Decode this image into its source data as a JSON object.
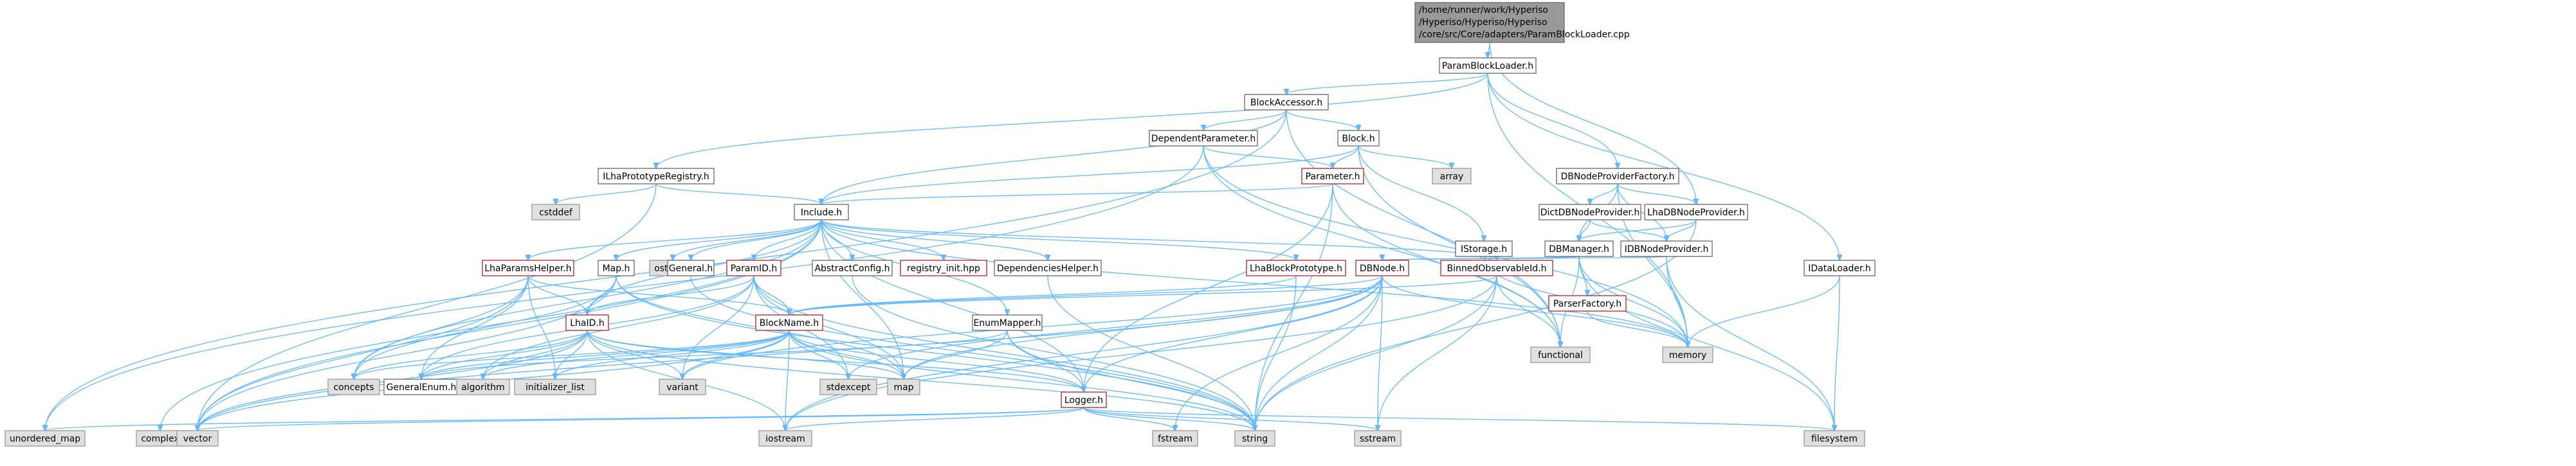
{
  "diagram": {
    "focus_lines": [
      "/home/runner/work/Hyperiso",
      "/Hyperiso/Hyperiso/Hyperiso",
      "/core/src/Core/adapters/ParamBlockLoader.cpp"
    ],
    "nodes": [
      {
        "id": "ParamBlockLoader",
        "label": "ParamBlockLoader.h",
        "style": "white"
      },
      {
        "id": "BlockAccessor",
        "label": "BlockAccessor.h",
        "style": "white"
      },
      {
        "id": "DBNodeProviderFactory",
        "label": "DBNodeProviderFactory.h",
        "style": "white"
      },
      {
        "id": "LhaDBNodeProvider",
        "label": "LhaDBNodeProvider.h",
        "style": "white"
      },
      {
        "id": "IDataLoader",
        "label": "IDataLoader.h",
        "style": "white"
      },
      {
        "id": "DependentParameter",
        "label": "DependentParameter.h",
        "style": "white"
      },
      {
        "id": "Block",
        "label": "Block.h",
        "style": "white"
      },
      {
        "id": "DictDBNodeProvider",
        "label": "DictDBNodeProvider.h",
        "style": "white"
      },
      {
        "id": "ILhaPrototypeRegistry",
        "label": "ILhaPrototypeRegistry.h",
        "style": "white"
      },
      {
        "id": "Parameter",
        "label": "Parameter.h",
        "style": "red"
      },
      {
        "id": "IDBNodeProvider",
        "label": "IDBNodeProvider.h",
        "style": "white"
      },
      {
        "id": "array",
        "label": "array",
        "style": "grey"
      },
      {
        "id": "cstddef",
        "label": "cstddef",
        "style": "grey"
      },
      {
        "id": "Include",
        "label": "Include.h",
        "style": "white"
      },
      {
        "id": "IStorage",
        "label": "IStorage.h",
        "style": "white"
      },
      {
        "id": "DBManager",
        "label": "DBManager.h",
        "style": "white"
      },
      {
        "id": "ostream",
        "label": "ostream",
        "style": "grey"
      },
      {
        "id": "LhaParamsHelper",
        "label": "LhaParamsHelper.h",
        "style": "red"
      },
      {
        "id": "Map",
        "label": "Map.h",
        "style": "white"
      },
      {
        "id": "General",
        "label": "General.h",
        "style": "white"
      },
      {
        "id": "ParamID",
        "label": "ParamID.h",
        "style": "red"
      },
      {
        "id": "AbstractConfig",
        "label": "AbstractConfig.h",
        "style": "white"
      },
      {
        "id": "registry_init",
        "label": "registry_init.hpp",
        "style": "red"
      },
      {
        "id": "DependenciesHelper",
        "label": "DependenciesHelper.h",
        "style": "white"
      },
      {
        "id": "LhaBlockPrototype",
        "label": "LhaBlockPrototype.h",
        "style": "red"
      },
      {
        "id": "DBNode",
        "label": "DBNode.h",
        "style": "red"
      },
      {
        "id": "BinnedObservableId",
        "label": "BinnedObservableId.h",
        "style": "red"
      },
      {
        "id": "ParserFactory",
        "label": "ParserFactory.h",
        "style": "red"
      },
      {
        "id": "EnumMapper",
        "label": "EnumMapper.h",
        "style": "white"
      },
      {
        "id": "LhaID",
        "label": "LhaID.h",
        "style": "red"
      },
      {
        "id": "BlockName",
        "label": "BlockName.h",
        "style": "red"
      },
      {
        "id": "functional",
        "label": "functional",
        "style": "grey"
      },
      {
        "id": "memory",
        "label": "memory",
        "style": "grey"
      },
      {
        "id": "concepts",
        "label": "concepts",
        "style": "grey"
      },
      {
        "id": "GeneralEnum",
        "label": "GeneralEnum.h",
        "style": "white"
      },
      {
        "id": "algorithm",
        "label": "algorithm",
        "style": "grey"
      },
      {
        "id": "initializer_list",
        "label": "initializer_list",
        "style": "grey"
      },
      {
        "id": "variant",
        "label": "variant",
        "style": "grey"
      },
      {
        "id": "map",
        "label": "map",
        "style": "grey"
      },
      {
        "id": "stdexcept",
        "label": "stdexcept",
        "style": "grey"
      },
      {
        "id": "Logger",
        "label": "Logger.h",
        "style": "red"
      },
      {
        "id": "unordered_map",
        "label": "unordered_map",
        "style": "grey"
      },
      {
        "id": "complex",
        "label": "complex",
        "style": "grey"
      },
      {
        "id": "vector",
        "label": "vector",
        "style": "grey"
      },
      {
        "id": "iostream",
        "label": "iostream",
        "style": "grey"
      },
      {
        "id": "fstream",
        "label": "fstream",
        "style": "grey"
      },
      {
        "id": "string",
        "label": "string",
        "style": "grey"
      },
      {
        "id": "sstream",
        "label": "sstream",
        "style": "grey"
      },
      {
        "id": "filesystem",
        "label": "filesystem",
        "style": "grey"
      }
    ],
    "edges": [
      [
        "focus",
        "ParamBlockLoader"
      ],
      [
        "focus",
        "LhaDBNodeProvider"
      ],
      [
        "ParamBlockLoader",
        "BlockAccessor"
      ],
      [
        "ParamBlockLoader",
        "DBNodeProviderFactory"
      ],
      [
        "ParamBlockLoader",
        "IDataLoader"
      ],
      [
        "ParamBlockLoader",
        "memory"
      ],
      [
        "ParamBlockLoader",
        "ILhaPrototypeRegistry"
      ],
      [
        "BlockAccessor",
        "DependentParameter"
      ],
      [
        "BlockAccessor",
        "Block"
      ],
      [
        "BlockAccessor",
        "Include"
      ],
      [
        "BlockAccessor",
        "unordered_map"
      ],
      [
        "BlockAccessor",
        "functional"
      ],
      [
        "DependentParameter",
        "Parameter"
      ],
      [
        "DependentParameter",
        "functional"
      ],
      [
        "DependentParameter",
        "memory"
      ],
      [
        "DependentParameter",
        "unordered_map"
      ],
      [
        "Block",
        "Parameter"
      ],
      [
        "Block",
        "array"
      ],
      [
        "Block",
        "IStorage"
      ],
      [
        "Block",
        "functional"
      ],
      [
        "Block",
        "Include"
      ],
      [
        "Parameter",
        "Include"
      ],
      [
        "Parameter",
        "Logger"
      ],
      [
        "Parameter",
        "functional"
      ],
      [
        "Parameter",
        "string"
      ],
      [
        "IStorage",
        "memory"
      ],
      [
        "DBNodeProviderFactory",
        "DictDBNodeProvider"
      ],
      [
        "DBNodeProviderFactory",
        "LhaDBNodeProvider"
      ],
      [
        "DBNodeProviderFactory",
        "IDBNodeProvider"
      ],
      [
        "DBNodeProviderFactory",
        "DBManager"
      ],
      [
        "DBNodeProviderFactory",
        "memory"
      ],
      [
        "DictDBNodeProvider",
        "IDBNodeProvider"
      ],
      [
        "DictDBNodeProvider",
        "DBManager"
      ],
      [
        "LhaDBNodeProvider",
        "IDBNodeProvider"
      ],
      [
        "LhaDBNodeProvider",
        "DBManager"
      ],
      [
        "LhaDBNodeProvider",
        "string"
      ],
      [
        "IDBNodeProvider",
        "DBNode"
      ],
      [
        "IDBNodeProvider",
        "memory"
      ],
      [
        "IDBNodeProvider",
        "filesystem"
      ],
      [
        "DBManager",
        "DBNode"
      ],
      [
        "DBManager",
        "ParserFactory"
      ],
      [
        "DBManager",
        "memory"
      ],
      [
        "DBManager",
        "filesystem"
      ],
      [
        "DBManager",
        "functional"
      ],
      [
        "ParserFactory",
        "memory"
      ],
      [
        "IDataLoader",
        "memory"
      ],
      [
        "IDataLoader",
        "filesystem"
      ],
      [
        "ILhaPrototypeRegistry",
        "Include"
      ],
      [
        "ILhaPrototypeRegistry",
        "cstddef"
      ],
      [
        "ILhaPrototypeRegistry",
        "vector"
      ],
      [
        "Include",
        "ostream"
      ],
      [
        "Include",
        "LhaParamsHelper"
      ],
      [
        "Include",
        "Map"
      ],
      [
        "Include",
        "General"
      ],
      [
        "Include",
        "ParamID"
      ],
      [
        "Include",
        "AbstractConfig"
      ],
      [
        "Include",
        "registry_init"
      ],
      [
        "Include",
        "DependenciesHelper"
      ],
      [
        "Include",
        "LhaBlockPrototype"
      ],
      [
        "Include",
        "BinnedObservableId"
      ],
      [
        "Include",
        "EnumMapper"
      ],
      [
        "Include",
        "LhaID"
      ],
      [
        "Include",
        "Logger"
      ],
      [
        "Include",
        "complex"
      ],
      [
        "Include",
        "vector"
      ],
      [
        "Include",
        "map"
      ],
      [
        "Include",
        "memory"
      ],
      [
        "Include",
        "concepts"
      ],
      [
        "LhaParamsHelper",
        "BlockName"
      ],
      [
        "LhaParamsHelper",
        "LhaID"
      ],
      [
        "LhaParamsHelper",
        "GeneralEnum"
      ],
      [
        "LhaParamsHelper",
        "concepts"
      ],
      [
        "LhaParamsHelper",
        "initializer_list"
      ],
      [
        "LhaParamsHelper",
        "vector"
      ],
      [
        "Map",
        "LhaID"
      ],
      [
        "Map",
        "map"
      ],
      [
        "Map",
        "vector"
      ],
      [
        "Map",
        "string"
      ],
      [
        "Map",
        "concepts"
      ],
      [
        "ParamID",
        "BlockName"
      ],
      [
        "ParamID",
        "LhaID"
      ],
      [
        "ParamID",
        "map"
      ],
      [
        "ParamID",
        "variant"
      ],
      [
        "ParamID",
        "stdexcept"
      ],
      [
        "ParamID",
        "string"
      ],
      [
        "ParamID",
        "GeneralEnum"
      ],
      [
        "ParamID",
        "algorithm"
      ],
      [
        "LhaBlockPrototype",
        "BlockName"
      ],
      [
        "LhaBlockPrototype",
        "string"
      ],
      [
        "DBNode",
        "BlockName"
      ],
      [
        "DBNode",
        "Logger"
      ],
      [
        "DBNode",
        "variant"
      ],
      [
        "DBNode",
        "map"
      ],
      [
        "DBNode",
        "vector"
      ],
      [
        "DBNode",
        "string"
      ],
      [
        "DBNode",
        "iostream"
      ],
      [
        "DBNode",
        "sstream"
      ],
      [
        "DBNode",
        "fstream"
      ],
      [
        "DBNode",
        "stdexcept"
      ],
      [
        "DBNode",
        "memory"
      ],
      [
        "BinnedObservableId",
        "BlockName"
      ],
      [
        "BinnedObservableId",
        "string"
      ],
      [
        "BinnedObservableId",
        "iostream"
      ],
      [
        "BinnedObservableId",
        "sstream"
      ],
      [
        "BinnedObservableId",
        "functional"
      ],
      [
        "EnumMapper",
        "map"
      ],
      [
        "EnumMapper",
        "Logger"
      ],
      [
        "EnumMapper",
        "string"
      ],
      [
        "EnumMapper",
        "GeneralEnum"
      ],
      [
        "LhaID",
        "GeneralEnum"
      ],
      [
        "LhaID",
        "Logger"
      ],
      [
        "LhaID",
        "algorithm"
      ],
      [
        "LhaID",
        "initializer_list"
      ],
      [
        "LhaID",
        "variant"
      ],
      [
        "LhaID",
        "vector"
      ],
      [
        "LhaID",
        "string"
      ],
      [
        "LhaID",
        "iostream"
      ],
      [
        "LhaID",
        "concepts"
      ],
      [
        "LhaID",
        "map"
      ],
      [
        "BlockName",
        "GeneralEnum"
      ],
      [
        "BlockName",
        "Logger"
      ],
      [
        "BlockName",
        "algorithm"
      ],
      [
        "BlockName",
        "initializer_list"
      ],
      [
        "BlockName",
        "variant"
      ],
      [
        "BlockName",
        "map"
      ],
      [
        "BlockName",
        "stdexcept"
      ],
      [
        "BlockName",
        "string"
      ],
      [
        "BlockName",
        "vector"
      ],
      [
        "BlockName",
        "iostream"
      ],
      [
        "BlockName",
        "concepts"
      ],
      [
        "Logger",
        "iostream"
      ],
      [
        "Logger",
        "fstream"
      ],
      [
        "Logger",
        "string"
      ],
      [
        "Logger",
        "sstream"
      ],
      [
        "Logger",
        "filesystem"
      ],
      [
        "Logger",
        "vector"
      ],
      [
        "Logger",
        "unordered_map"
      ],
      [
        "General",
        "string"
      ],
      [
        "AbstractConfig",
        "string"
      ],
      [
        "DependenciesHelper",
        "string"
      ]
    ]
  }
}
